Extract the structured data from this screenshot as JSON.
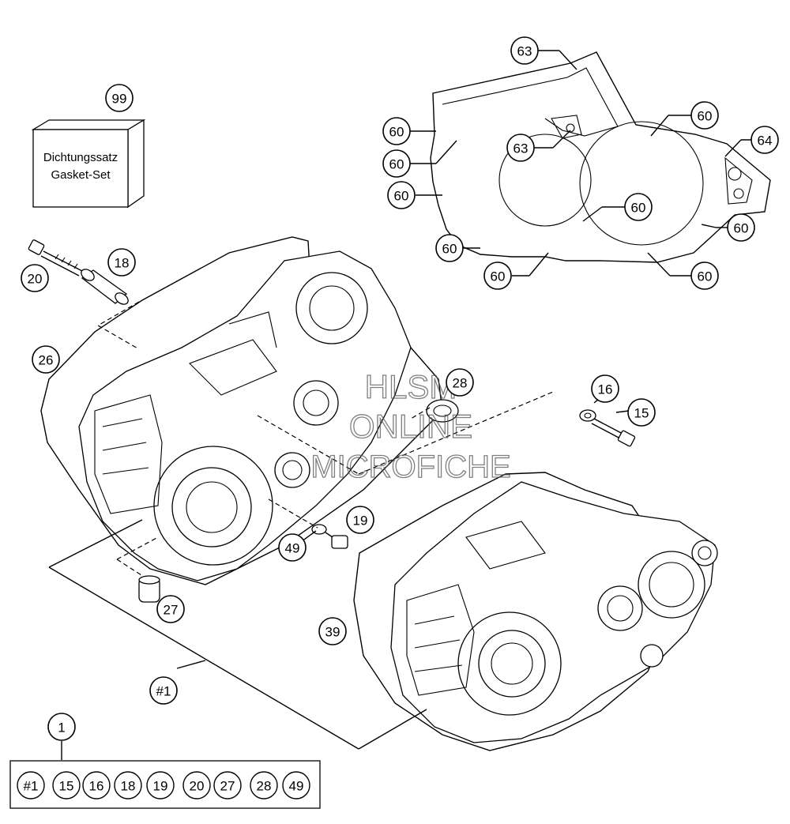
{
  "gasket_kit": {
    "line1": "Dichtungssatz",
    "line2": "Gasket-Set"
  },
  "watermark": {
    "line1": "HLSM",
    "line2": "ONLINE",
    "line3": "MICROFICHE"
  },
  "callouts": [
    {
      "id": "c99",
      "label": "99"
    },
    {
      "id": "c63a",
      "label": "63"
    },
    {
      "id": "c60a",
      "label": "60"
    },
    {
      "id": "c60b",
      "label": "60"
    },
    {
      "id": "c63b",
      "label": "63"
    },
    {
      "id": "c64",
      "label": "64"
    },
    {
      "id": "c60c",
      "label": "60"
    },
    {
      "id": "c60d",
      "label": "60"
    },
    {
      "id": "c60e",
      "label": "60"
    },
    {
      "id": "c60f",
      "label": "60"
    },
    {
      "id": "c60g",
      "label": "60"
    },
    {
      "id": "c60h",
      "label": "60"
    },
    {
      "id": "c60i",
      "label": "60"
    },
    {
      "id": "c18",
      "label": "18"
    },
    {
      "id": "c20",
      "label": "20"
    },
    {
      "id": "c26",
      "label": "26"
    },
    {
      "id": "c28",
      "label": "28"
    },
    {
      "id": "c16",
      "label": "16"
    },
    {
      "id": "c15",
      "label": "15"
    },
    {
      "id": "c19",
      "label": "19"
    },
    {
      "id": "c49",
      "label": "49"
    },
    {
      "id": "c27",
      "label": "27"
    },
    {
      "id": "c39",
      "label": "39"
    },
    {
      "id": "chash1",
      "label": "#1"
    },
    {
      "id": "c1",
      "label": "1"
    }
  ],
  "kit_contents": [
    "#1",
    "15",
    "16",
    "18",
    "19",
    "20",
    "27",
    "28",
    "49"
  ]
}
